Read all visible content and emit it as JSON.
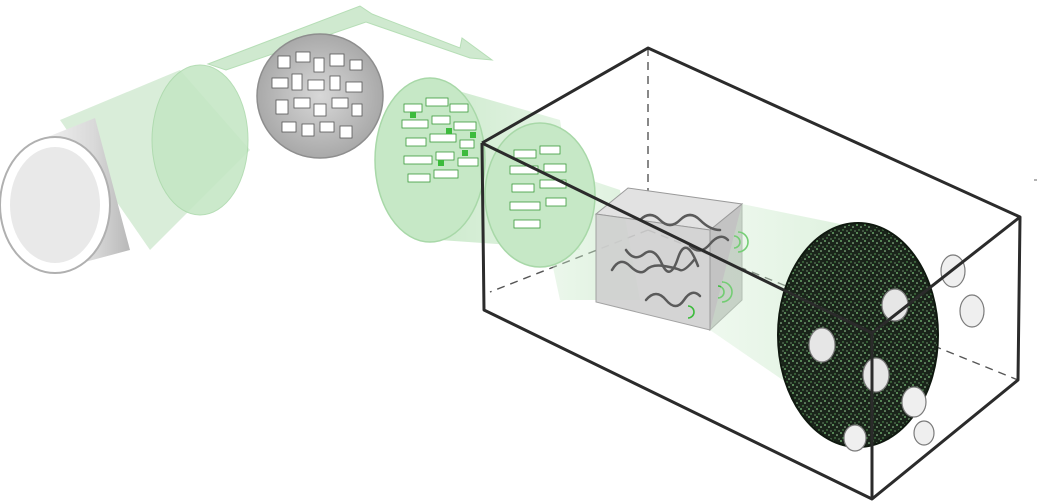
{
  "diagram": {
    "labels": [],
    "colors": {
      "green_fill": "#bfe4bf",
      "green_edge": "#9fd09f",
      "green_accent": "#3dbb3d",
      "box_stroke": "#2b2b2b",
      "grey_disk": "#c8c8c8",
      "dark_disk": "#1e2a1e"
    },
    "stages": [
      {
        "id": "source-cylinder",
        "icon": "cylinder-icon"
      },
      {
        "id": "grid-lens",
        "icon": "block-grid-icon"
      },
      {
        "id": "green-beam",
        "icon": "beam-icon"
      },
      {
        "id": "sample-cube",
        "icon": "cube-icon"
      },
      {
        "id": "detector-disk",
        "icon": "detector-icon"
      }
    ]
  }
}
